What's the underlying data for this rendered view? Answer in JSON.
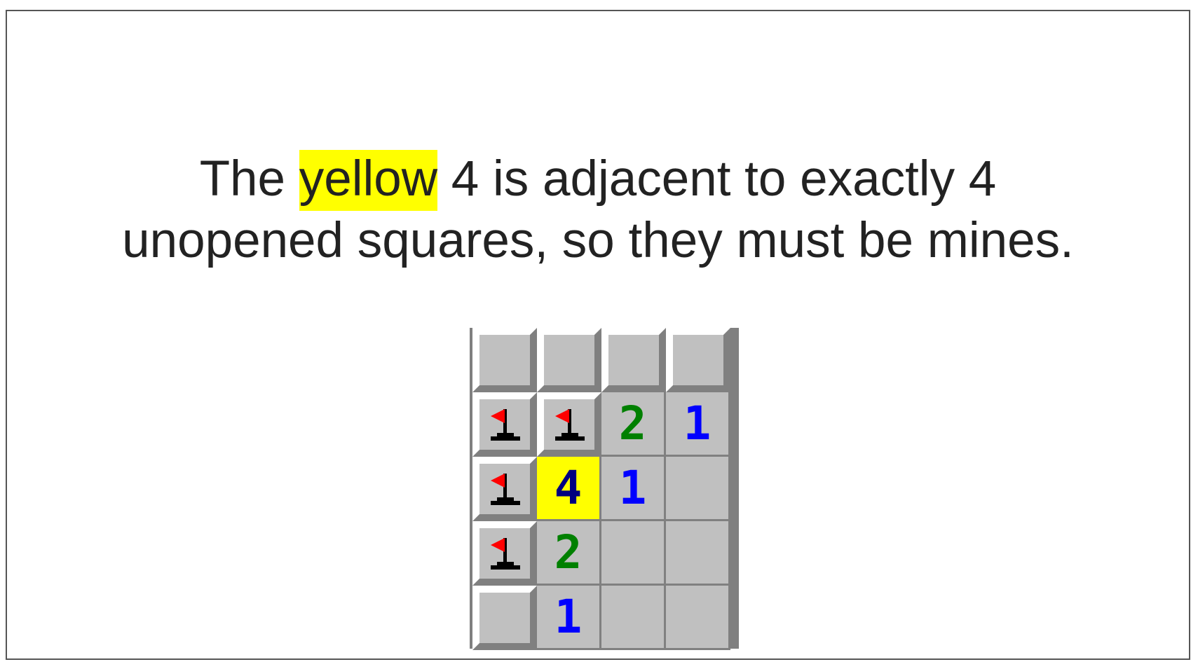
{
  "caption": {
    "before": "The ",
    "highlight": "yellow",
    "after_line1": " 4 is adjacent to exactly 4",
    "line2": "unopened squares, so they must be mines."
  },
  "colors": {
    "highlight": "#ffff00",
    "one": "#0000ff",
    "two": "#008000",
    "four": "#000080",
    "flag": "#ff0000"
  },
  "board": {
    "rows": [
      [
        {
          "state": "closed"
        },
        {
          "state": "closed"
        },
        {
          "state": "closed"
        },
        {
          "state": "closed"
        }
      ],
      [
        {
          "state": "flag"
        },
        {
          "state": "flag"
        },
        {
          "state": "open",
          "value": "2"
        },
        {
          "state": "open",
          "value": "1"
        }
      ],
      [
        {
          "state": "flag"
        },
        {
          "state": "open",
          "value": "4",
          "highlight": true
        },
        {
          "state": "open",
          "value": "1"
        },
        {
          "state": "open",
          "value": ""
        }
      ],
      [
        {
          "state": "flag"
        },
        {
          "state": "open",
          "value": "2"
        },
        {
          "state": "open",
          "value": ""
        },
        {
          "state": "open",
          "value": ""
        }
      ],
      [
        {
          "state": "closed"
        },
        {
          "state": "open",
          "value": "1"
        },
        {
          "state": "open",
          "value": ""
        },
        {
          "state": "open",
          "value": ""
        }
      ]
    ]
  }
}
